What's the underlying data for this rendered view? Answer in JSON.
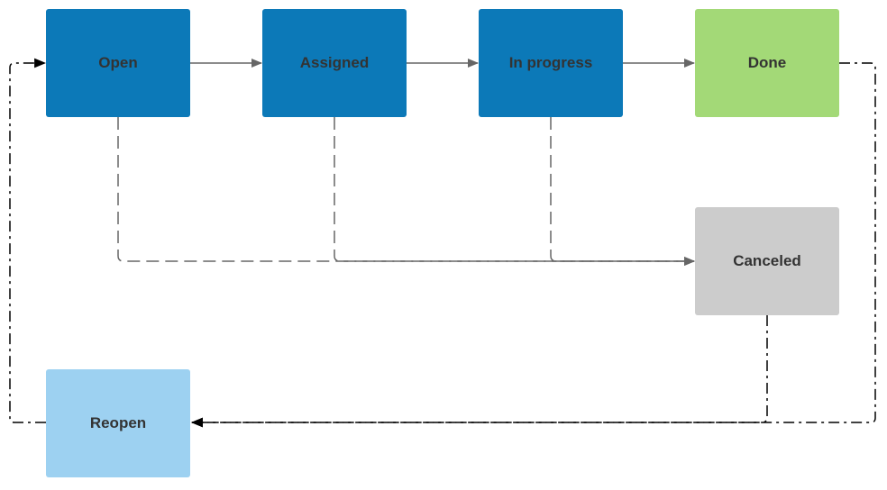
{
  "diagram": {
    "nodes": {
      "open": {
        "label": "Open",
        "color": "#0c79b8"
      },
      "assigned": {
        "label": "Assigned",
        "color": "#0c79b8"
      },
      "in_progress": {
        "label": "In progress",
        "color": "#0c79b8"
      },
      "done": {
        "label": "Done",
        "color": "#a3d977"
      },
      "canceled": {
        "label": "Canceled",
        "color": "#cccccc"
      },
      "reopen": {
        "label": "Reopen",
        "color": "#9dd1f1"
      }
    },
    "edges": [
      {
        "from": "open",
        "to": "assigned",
        "style": "solid"
      },
      {
        "from": "assigned",
        "to": "in_progress",
        "style": "solid"
      },
      {
        "from": "in_progress",
        "to": "done",
        "style": "solid"
      },
      {
        "from": "open",
        "to": "canceled",
        "style": "dashed"
      },
      {
        "from": "assigned",
        "to": "canceled",
        "style": "dashed"
      },
      {
        "from": "in_progress",
        "to": "canceled",
        "style": "dashed"
      },
      {
        "from": "done",
        "to": "reopen",
        "style": "dash-dot"
      },
      {
        "from": "canceled",
        "to": "reopen",
        "style": "dash-dot"
      },
      {
        "from": "reopen",
        "to": "open",
        "style": "dash-dot"
      }
    ],
    "colors": {
      "solid_edge": "#666666",
      "dashed_edge": "#666666",
      "dashdot_edge": "#000000"
    }
  }
}
